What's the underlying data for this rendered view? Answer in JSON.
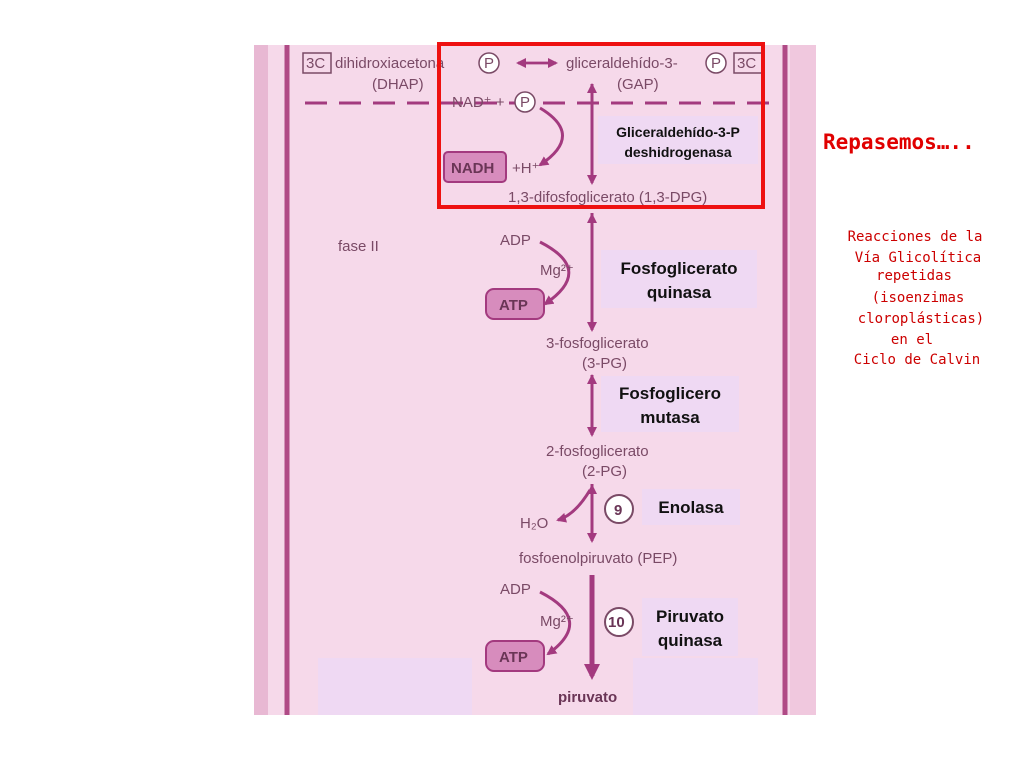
{
  "colors": {
    "page_bg": "#ffffff",
    "panel_bg": "#f6d9ea",
    "cell_border": "#b04a86",
    "arrow": "#a33a7f",
    "label_box_bg": "#efd9f3",
    "highlight_box": "#ee1111",
    "title_red": "#e00000",
    "text_red": "#cc0000"
  },
  "header": {
    "dhap_tag": "3C",
    "dhap_name": "dihidroxiacetona",
    "dhap_abbrev": "(DHAP)",
    "gap_name": "gliceraldehído-3-",
    "gap_abbrev": "(GAP)",
    "gap_tag": "3C",
    "phosphate": "P"
  },
  "highlight": {
    "nad": "NAD⁺ +",
    "phosphate": "P",
    "nadh": "NADH",
    "h_plus": "+H⁺",
    "product": "1,3-difosfoglicerato (1,3-DPG)",
    "enzyme_line1": "Gliceraldehído-3-P",
    "enzyme_line2": "deshidrogenasa"
  },
  "phase_label": "fase II",
  "steps": {
    "step7": {
      "adp": "ADP",
      "mg": "Mg²⁺",
      "atp": "ATP",
      "product_line1": "3-fosfoglicerato",
      "product_line2": "(3-PG)",
      "enzyme_line1": "Fosfoglicerato",
      "enzyme_line2": "quinasa"
    },
    "step8": {
      "product_line1": "2-fosfoglicerato",
      "product_line2": "(2-PG)",
      "enzyme_line1": "Fosfoglicero",
      "enzyme_line2": "mutasa"
    },
    "step9": {
      "number": "9",
      "water": "H₂O",
      "product": "fosfoenolpiruvato (PEP)",
      "enzyme": "Enolasa"
    },
    "step10": {
      "number": "10",
      "adp": "ADP",
      "mg": "Mg²⁺",
      "atp": "ATP",
      "product": "piruvato",
      "enzyme_line1": "Piruvato",
      "enzyme_line2": "quinasa"
    }
  },
  "side": {
    "title": "Repasemos…..",
    "lines": [
      "Reacciones de la",
      "Vía Glicolítica",
      "repetidas",
      "(isoenzimas",
      "cloroplásticas)",
      "en el",
      "Ciclo de Calvin"
    ]
  }
}
